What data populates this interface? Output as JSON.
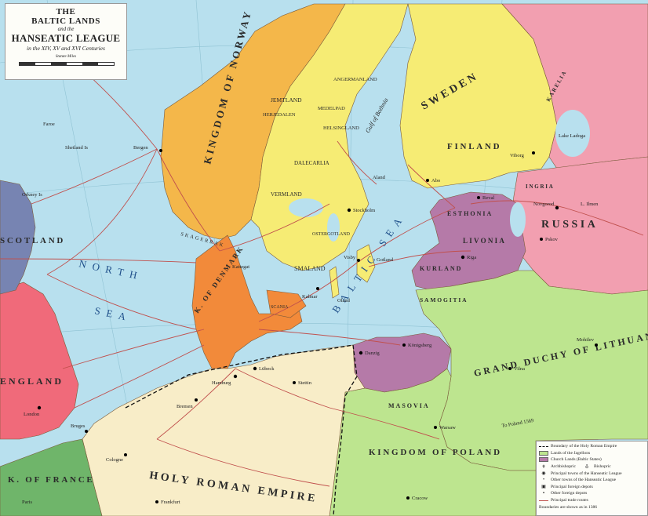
{
  "title": {
    "line1": "THE",
    "line2": "BALTIC LANDS",
    "line3": "and the",
    "line4": "HANSEATIC LEAGUE",
    "line5": "in the XIV, XV and XVI Centuries",
    "scale_label": "Statute Miles"
  },
  "colors": {
    "sea": "#b8e0ee",
    "empire": "#f8edc8",
    "sweden": "#f6ec74",
    "norway": "#f4b74a",
    "denmark": "#f28a3a",
    "lithuania": "#bde58f",
    "church": "#b57aa8",
    "russia": "#f29fb0",
    "england": "#f06a7a",
    "scotland": "#7784b2",
    "france": "#6fb56a",
    "route": "#c0504d"
  },
  "regions": {
    "norway": "KINGDOM OF NORWAY",
    "sweden": "SWEDEN",
    "finland": "FINLAND",
    "russia": "RUSSIA",
    "lithuania": "GRAND DUCHY OF LITHUANIA",
    "poland": "KINGDOM OF POLAND",
    "empire": "HOLY ROMAN EMPIRE",
    "england": "ENGLAND",
    "scotland": "SCOTLAND",
    "france": "K. OF FRANCE",
    "denmark": "K. OF DENMARK",
    "livonia": "LIVONIA",
    "esthonia": "ESTHONIA",
    "kurland": "KURLAND",
    "samogitia": "SAMOGITIA",
    "masovia": "MASOVIA",
    "ingria": "INGRIA",
    "karelia": "KARELIA"
  },
  "seas": {
    "north_sea_1": "NORTH",
    "north_sea_2": "SEA",
    "baltic": "BALTIC SEA",
    "bothnia": "Gulf of Bothnia",
    "skagerrak": "SKAGERRAK"
  },
  "provinces": {
    "jemtland": "JEMTLAND",
    "angermanland": "ANGERMANLAND",
    "medelpad": "MEDELPAD",
    "helsingland": "HELSINGLAND",
    "herjedalen": "HERJEDALEN",
    "dalecarlia": "DALECARLIA",
    "vermland": "VERMLAND",
    "smaland": "SMALAND",
    "ostergotland": "OSTERGOTLAND",
    "scania": "SCANIA"
  },
  "towns": {
    "bergen": "Bergen",
    "stockholm": "Stockholm",
    "visby": "Visby",
    "gotland": "Gotland",
    "riga": "Riga",
    "reval": "Reval",
    "novgorod": "Novgorod",
    "pskov": "Pskov",
    "lubeck": "Lübeck",
    "hamburg": "Hamburg",
    "danzig": "Danzig",
    "konigsberg": "Königsberg",
    "kalmar": "Kalmar",
    "abo": "Abo",
    "viborg": "Viborg",
    "lake_ladoga": "Lake Ladoga",
    "lake_ilmen": "L. Ilmen",
    "shetland": "Shetland Is",
    "orkney": "Orkney Is",
    "faroe": "Faroe",
    "oland": "Oland",
    "aland": "Aland",
    "cologne": "Cologne",
    "london": "London",
    "bruges": "Bruges",
    "vilna": "Vilna",
    "mohilev": "Mohilev",
    "cracow": "Cracow",
    "warsaw": "Warsaw",
    "frankfurt": "Frankfurt",
    "paris": "Paris",
    "kattegat": "Kattegat",
    "stettin": "Stettin",
    "bremen": "Bremen",
    "to_poland": "To Poland 1569"
  },
  "legend": [
    {
      "kind": "dash",
      "text": "Boundary of the Holy Roman Empire"
    },
    {
      "kind": "lithuania",
      "text": "Lands of the Jagellons"
    },
    {
      "kind": "church",
      "text": "Church Lands (Baltic States)"
    },
    {
      "kind": "sym",
      "symbol": "✝",
      "text": "Archbishopric",
      "symbol2": "♁",
      "text2": "Bishopric"
    },
    {
      "kind": "sym",
      "symbol": "◉",
      "text": "Principal towns of the Hanseatic League"
    },
    {
      "kind": "sym",
      "symbol": "•",
      "text": "Other towns of the Hanseatic League"
    },
    {
      "kind": "sym",
      "symbol": "▣",
      "text": "Principal foreign depots"
    },
    {
      "kind": "sym",
      "symbol": "▪",
      "text": "Other foreign depots"
    },
    {
      "kind": "redline",
      "text": "Principal trade routes"
    },
    {
      "kind": "none",
      "text": "Boundaries are shown as in 1386"
    }
  ]
}
